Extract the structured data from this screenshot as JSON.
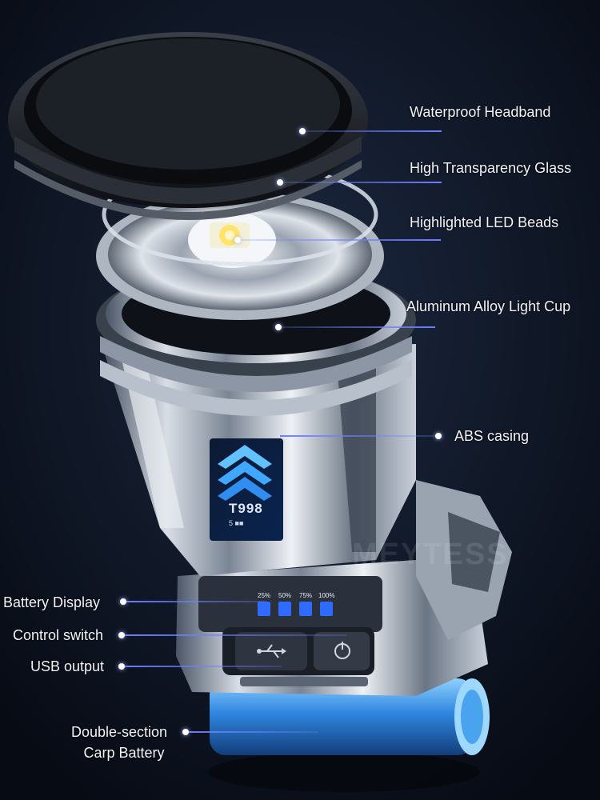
{
  "labels": {
    "waterproof_headband": "Waterproof Headband",
    "glass": "High Transparency Glass",
    "led": "Highlighted LED Beads",
    "light_cup": "Aluminum Alloy Light Cup",
    "abs": "ABS casing",
    "battery_display": "Battery Display",
    "control_switch": "Control switch",
    "usb_output": "USB output",
    "battery_line1": "Double-section",
    "battery_line2": "Carp Battery"
  },
  "product": {
    "model": "T998",
    "sub_label": "5 ■■",
    "brand_watermark": "MEYTESS"
  },
  "battery_levels": [
    "25%",
    "50%",
    "75%",
    "100%"
  ],
  "colors": {
    "background": "#0c1422",
    "leader": "#6f7dff",
    "indicator": "#2f6bff",
    "battery": "#3a8fe8"
  },
  "icons": {
    "usb": "usb-icon",
    "power": "power-icon",
    "led": "led-bead-icon"
  }
}
